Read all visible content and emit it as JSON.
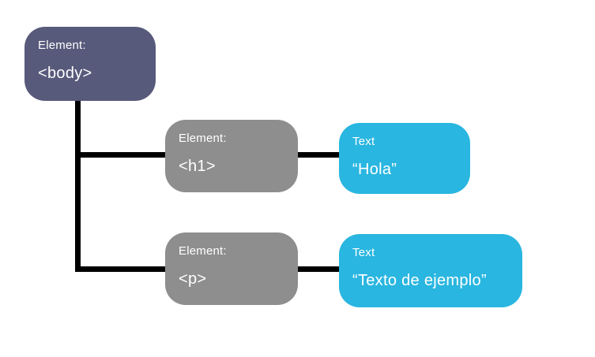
{
  "diagram": {
    "title": "DOM tree diagram",
    "background": "#ffffff",
    "colors": {
      "root_element_node": "#585a7b",
      "child_element_node": "#8e8e8e",
      "text_node": "#29b6e0",
      "connector": "#000000",
      "node_text": "#ffffff"
    },
    "nodes": [
      {
        "id": "body",
        "kind": "element",
        "type_label": "Element:",
        "value": "<body>"
      },
      {
        "id": "h1",
        "kind": "element",
        "type_label": "Element:",
        "value": "<h1>"
      },
      {
        "id": "hola",
        "kind": "text",
        "type_label": "Text",
        "value": "“Hola”"
      },
      {
        "id": "p",
        "kind": "element",
        "type_label": "Element:",
        "value": "<p>"
      },
      {
        "id": "texto",
        "kind": "text",
        "type_label": "Text",
        "value": "“Texto de ejemplo”"
      }
    ],
    "edges": [
      {
        "from": "body",
        "to": "h1"
      },
      {
        "from": "body",
        "to": "p"
      },
      {
        "from": "h1",
        "to": "hola"
      },
      {
        "from": "p",
        "to": "texto"
      }
    ]
  }
}
